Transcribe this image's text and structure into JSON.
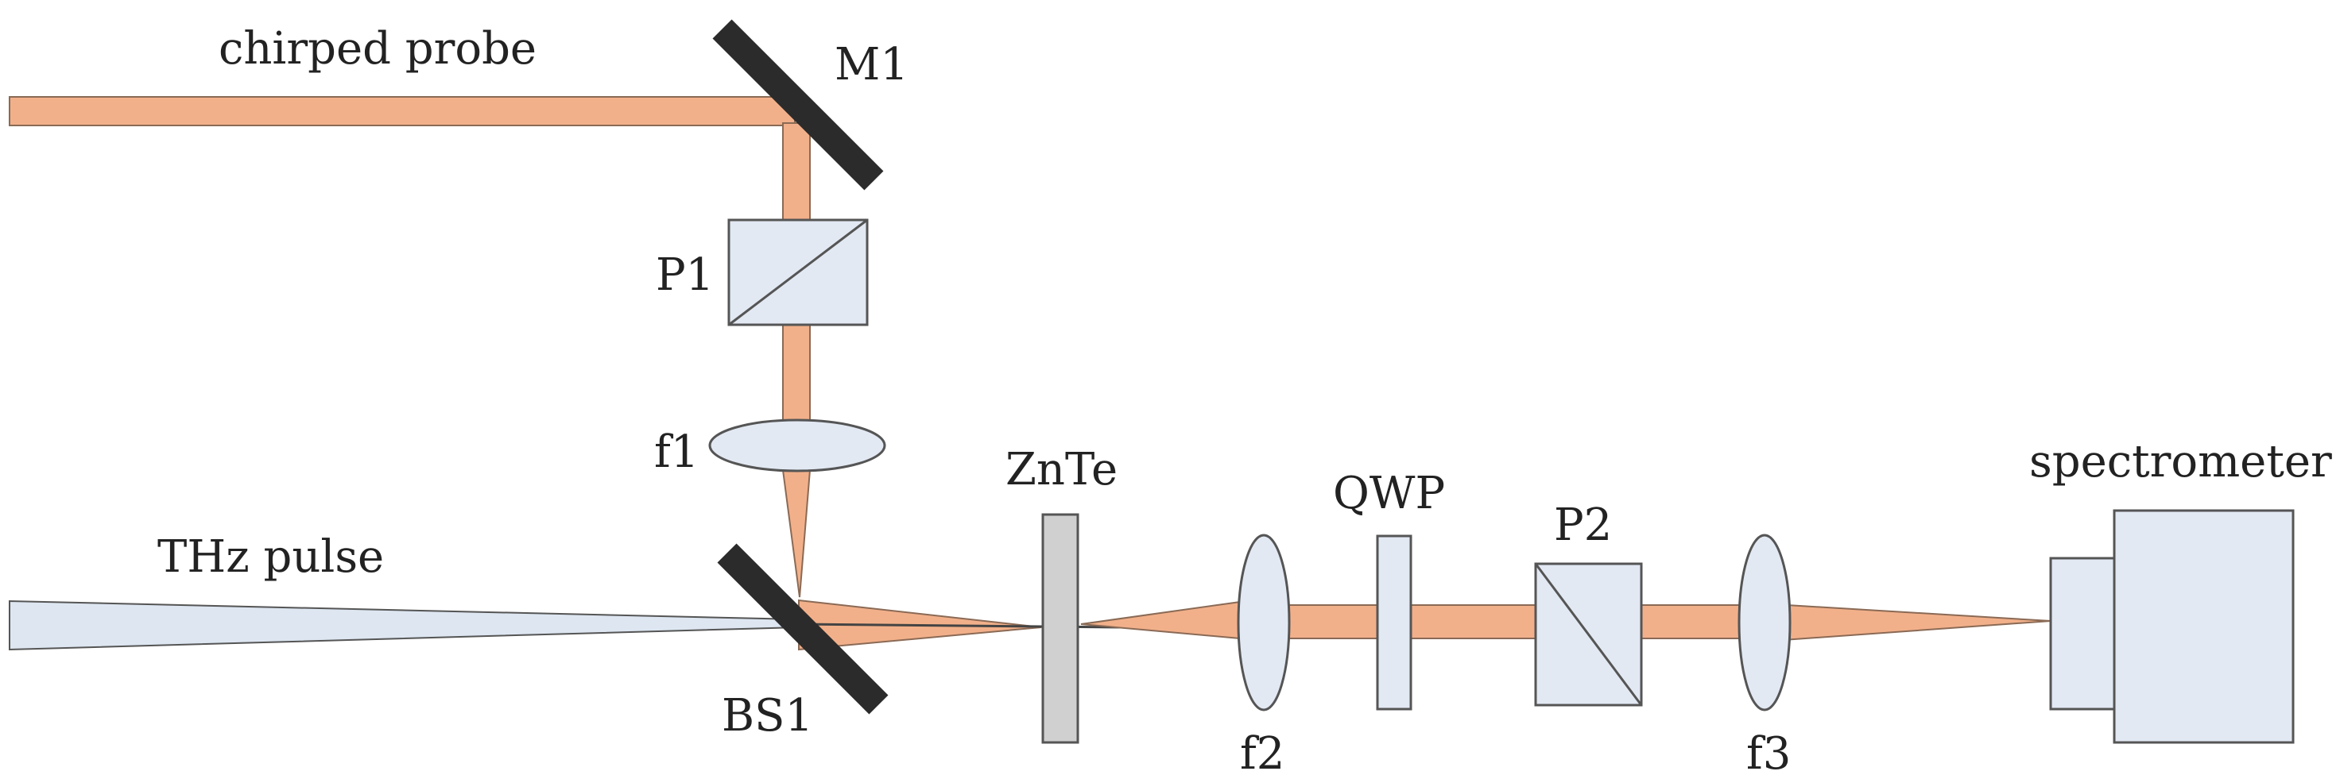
{
  "diagram": {
    "labels": {
      "chirped_probe": "chirped probe",
      "m1": "M1",
      "p1": "P1",
      "f1": "f1",
      "thz_pulse": "THz pulse",
      "bs1": "BS1",
      "znte": "ZnTe",
      "f2": "f2",
      "qwp": "QWP",
      "p2": "P2",
      "f3": "f3",
      "spectrometer": "spectrometer"
    },
    "colors": {
      "probe_beam": "#F2B08A",
      "thz_beam": "#DDE6F1",
      "optic_fill": "#E2E9F3",
      "mirror": "#2B2B2B",
      "crystal": "#D0D0D0",
      "outline": "#555555"
    }
  }
}
